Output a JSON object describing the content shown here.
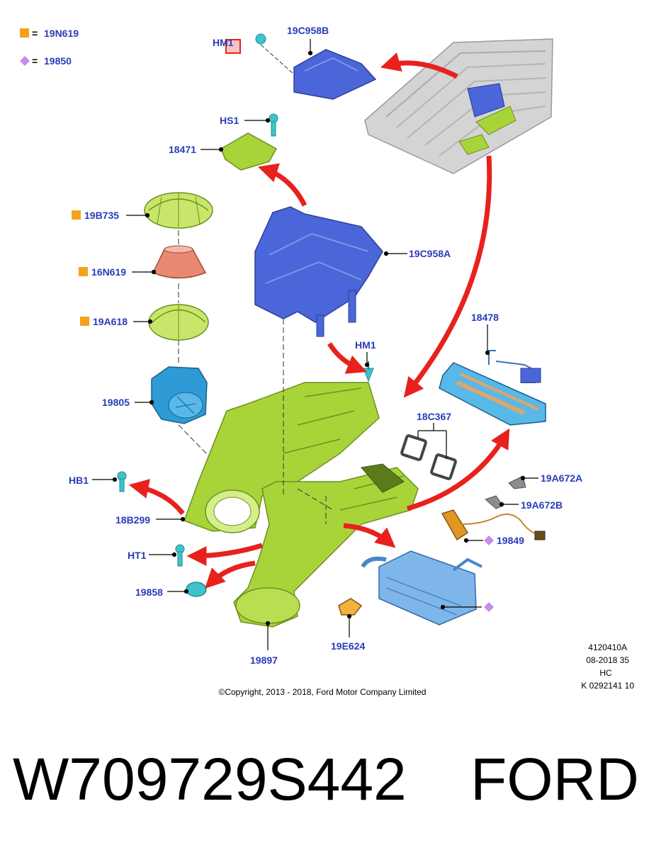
{
  "colors": {
    "label": "#2a3cb8",
    "arrow": "#e8211c",
    "green_part": "#a8d43a",
    "blue_part": "#4a66d8",
    "cyan_fastener": "#3ec3cc",
    "orange_marker": "#f5a21b",
    "violet_marker": "#c58cf0",
    "chassis_grey": "#d4d4d4"
  },
  "legend": {
    "square_code": "19N619",
    "diamond_code": "19850",
    "equals": "="
  },
  "labels": {
    "19C958B": "19C958B",
    "HM1_top": "HM1",
    "HS1": "HS1",
    "18471": "18471",
    "19B735": "19B735",
    "16N619": "16N619",
    "19A618": "19A618",
    "19C958A": "19C958A",
    "HM1": "HM1",
    "18478": "18478",
    "19805": "19805",
    "18C367": "18C367",
    "HB1": "HB1",
    "19A672A": "19A672A",
    "19A672B": "19A672B",
    "18B299": "18B299",
    "19849": "19849",
    "HT1": "HT1",
    "19858": "19858",
    "19E624": "19E624",
    "19897": "19897"
  },
  "meta": {
    "line1": "4120410A",
    "line2": "08-2018 35",
    "line3": "HC",
    "line4": "K 0292141 10",
    "copyright": "©Copyright, 2013 - 2018, Ford Motor Company Limited"
  },
  "caption": {
    "part_number": "W709729S442",
    "brand": "FORD"
  }
}
